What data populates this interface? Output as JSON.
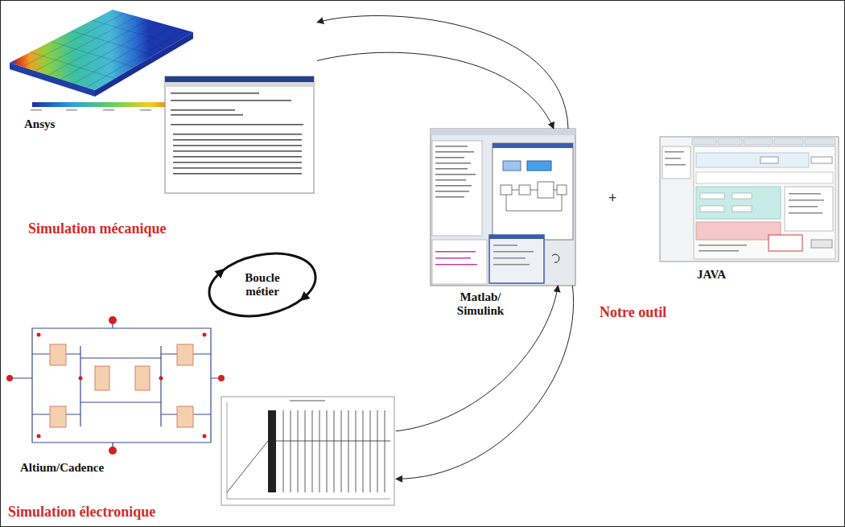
{
  "diagram": {
    "nodes": [
      {
        "text": [
          "Ansys"
        ]
      },
      {
        "text": [
          "Boucle métier"
        ]
      },
      {
        "text": [
          "Altium/Cadence"
        ]
      },
      {
        "text": [
          "Matlab/ Simulink"
        ]
      },
      {
        "text": [
          "JAVA"
        ]
      }
    ],
    "edges": [
      {
        "from": 3,
        "to": 0,
        "arrow": "to"
      },
      {
        "from": 0,
        "to": 3,
        "arrow": "to"
      },
      {
        "from": 2,
        "to": 3,
        "arrow": "to"
      },
      {
        "from": 3,
        "to": 2,
        "arrow": "to"
      }
    ],
    "labels": [
      "Simulation mécanique",
      "Simulation électronique",
      "Notre outil",
      "+"
    ]
  }
}
